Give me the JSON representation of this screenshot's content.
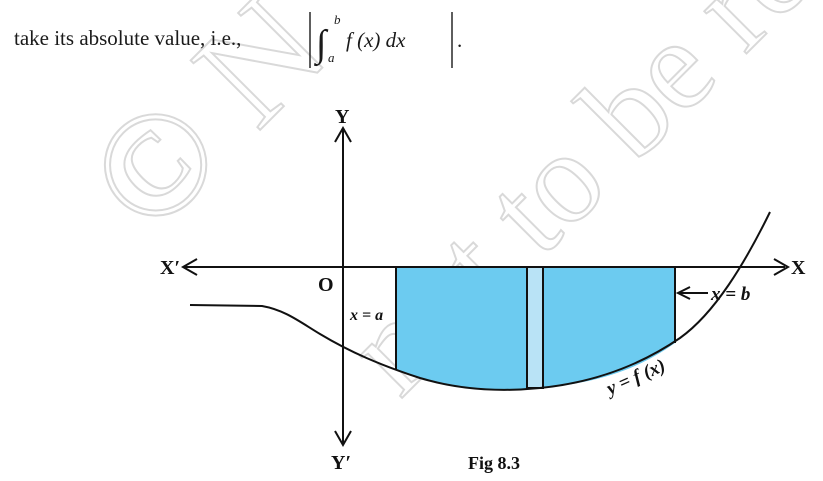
{
  "text": {
    "sentence": "take its absolute value, i.e.,",
    "integral_sign": "∫",
    "upper_limit": "b",
    "lower_limit": "a",
    "integrand": "f (x) dx",
    "end_period": "."
  },
  "figure": {
    "axis_y_top": "Y",
    "axis_y_bottom": "Y′",
    "axis_x_right": "X",
    "axis_x_left": "X′",
    "origin": "O",
    "label_x_a": "x = a",
    "label_x_b": "x = b",
    "curve_label": "y = f (x)",
    "caption": "Fig 8.3",
    "region_color": "#6ccbf0",
    "strip_color": "#b9e3f6",
    "line_color": "#111111"
  },
  "watermark": {
    "text": "© NCERT not to be republished",
    "color": "#d9d9d9"
  }
}
